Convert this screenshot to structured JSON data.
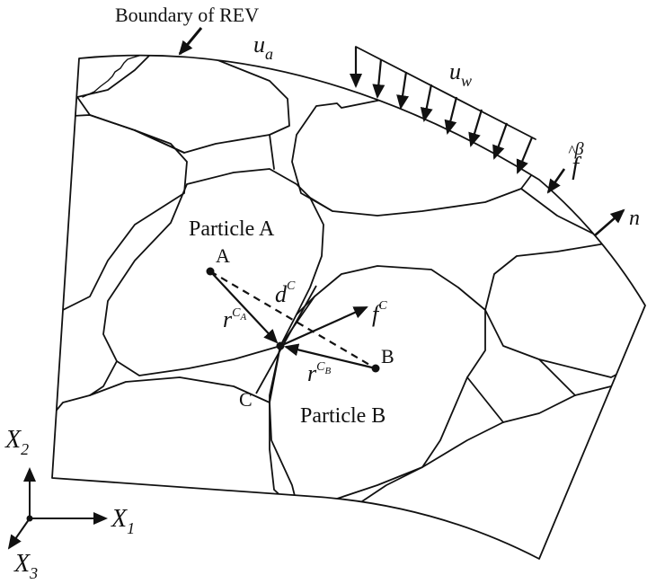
{
  "labels": {
    "boundary": "Boundary of REV",
    "ua_base": "u",
    "ua_sub": "a",
    "uw_base": "u",
    "uw_sub": "w",
    "fbeta_base": "f",
    "fbeta_hat": "^",
    "fbeta_sup": "β",
    "n": "n",
    "particle_a": "Particle A",
    "particle_b": "Particle B",
    "point_a": "A",
    "point_b": "B",
    "point_c": "C",
    "dc_base": "d",
    "dc_sup": "C",
    "fc_base": "f",
    "fc_sup": "C",
    "rca_base": "r",
    "rca_sup": "C",
    "rca_subsup": "A",
    "rcb_base": "r",
    "rcb_sup": "C",
    "rcb_subsup": "B",
    "x1_base": "X",
    "x1_sub": "1",
    "x2_base": "X",
    "x2_sub": "2",
    "x3_base": "X",
    "x3_sub": "3"
  },
  "colors": {
    "ink": "#111111",
    "background": "#ffffff"
  }
}
